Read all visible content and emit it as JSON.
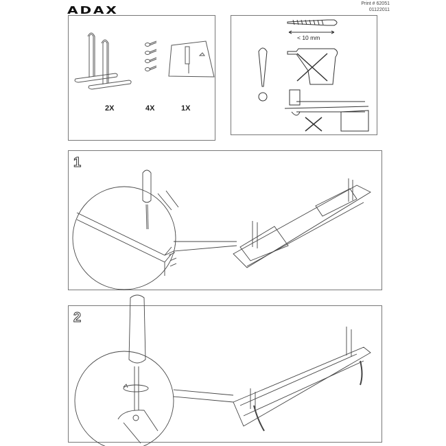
{
  "header": {
    "brand": "ADAX",
    "print_number": "Print # 62051",
    "doc_code": "01122011"
  },
  "parts_panel": {
    "items": [
      {
        "name": "Feet / stand brackets",
        "quantity": "2X"
      },
      {
        "name": "Screws",
        "quantity": "4X"
      },
      {
        "name": "Drilling template",
        "quantity": "1X"
      }
    ]
  },
  "warning_panel": {
    "symbol": "exclamation",
    "screw_length_label": "< 10 mm",
    "prohibited": [
      "power drill",
      "bathroom installation"
    ]
  },
  "steps": [
    {
      "number": "1",
      "description": "Place template on heater ends and mark screw holes with screwdriver"
    },
    {
      "number": "2",
      "description": "Attach feet with screws using screwdriver"
    }
  ]
}
